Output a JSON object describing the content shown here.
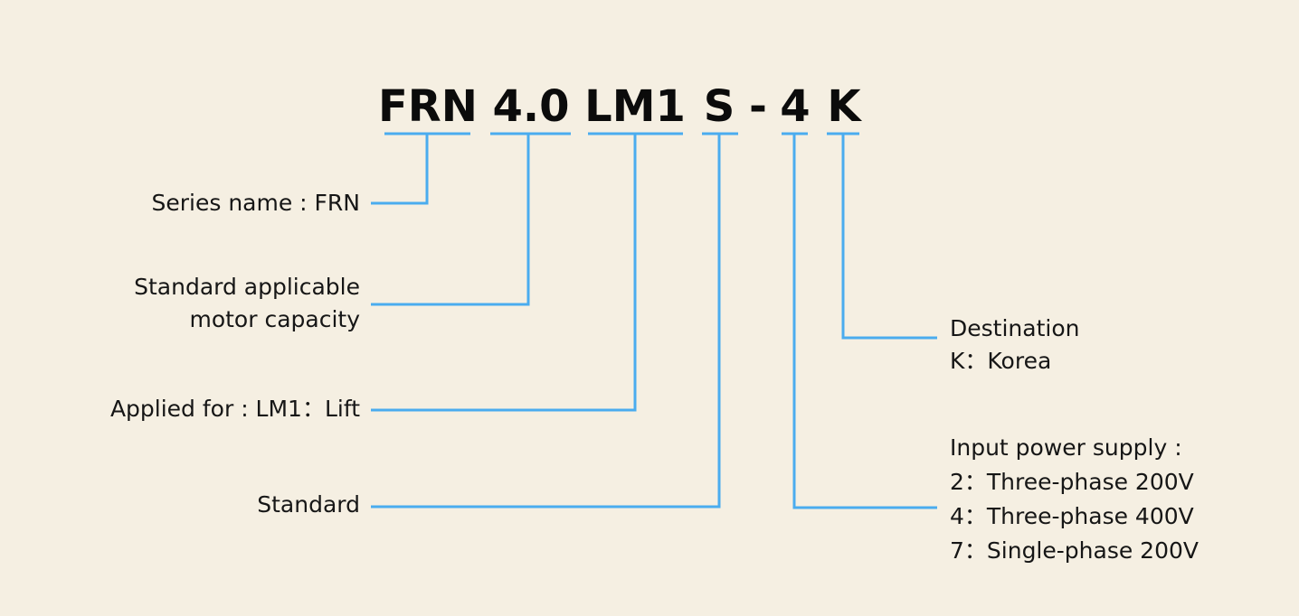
{
  "model_code": {
    "segments": [
      {
        "id": "series",
        "text": "FRN"
      },
      {
        "id": "capacity",
        "text": "4.0"
      },
      {
        "id": "application",
        "text": "LM1"
      },
      {
        "id": "standard",
        "text": "S"
      },
      {
        "id": "dash",
        "text": "-"
      },
      {
        "id": "power",
        "text": "4"
      },
      {
        "id": "destination",
        "text": "K"
      }
    ]
  },
  "labels": {
    "series": {
      "line1": "Series name : FRN"
    },
    "capacity": {
      "line1": "Standard applicable",
      "line2": "motor capacity"
    },
    "application": {
      "line1": "Applied for : LM1：Lift"
    },
    "standard": {
      "line1": "Standard"
    },
    "destination": {
      "line1": "Destination",
      "line2": "K：Korea"
    },
    "power": {
      "line1": "Input power supply :",
      "line2": "2：Three-phase 200V",
      "line3": "4：Three-phase 400V",
      "line4": "7：Single-phase 200V"
    }
  },
  "colors": {
    "connector": "#4aacef",
    "background": "#f5efe2",
    "text": "#111111"
  }
}
